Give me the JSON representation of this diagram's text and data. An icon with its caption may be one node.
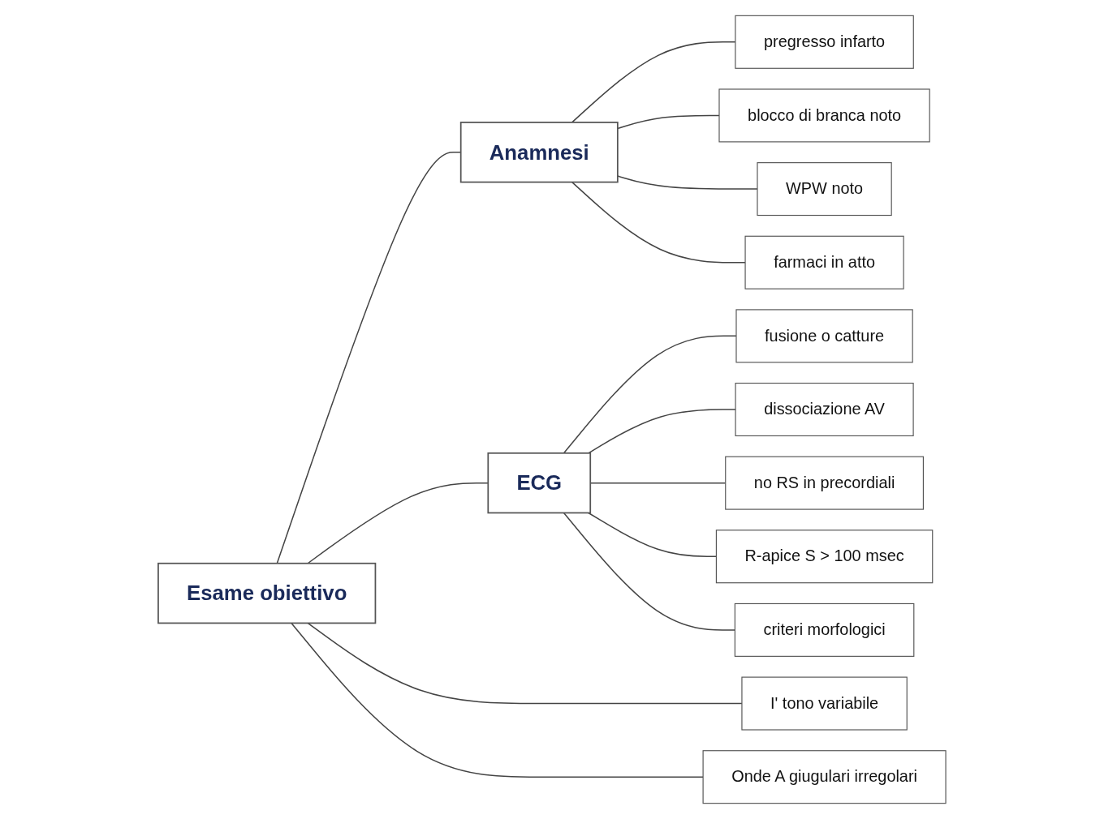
{
  "diagram": {
    "nodes": [
      {
        "text": [
          "Anamnesi"
        ]
      },
      {
        "text": [
          "Esame obiettivo"
        ]
      },
      {
        "text": [
          "ECG"
        ]
      },
      {
        "text": [
          "pregresso infarto"
        ]
      },
      {
        "text": [
          "blocco di branca noto"
        ]
      },
      {
        "text": [
          "WPW noto"
        ]
      },
      {
        "text": [
          "farmaci in atto"
        ]
      },
      {
        "text": [
          "I' tono variabile"
        ]
      },
      {
        "text": [
          "Onde A giugulari irregolari"
        ]
      },
      {
        "text": [
          "fusione o catture"
        ]
      },
      {
        "text": [
          "dissociazione AV"
        ]
      },
      {
        "text": [
          "no RS in precordiali"
        ]
      },
      {
        "text": [
          "R-apice S > 100 msec"
        ]
      },
      {
        "text": [
          "criteri morfologici"
        ]
      }
    ],
    "edges": [
      {
        "from": 1,
        "to": 0,
        "arrow": "none"
      },
      {
        "from": 1,
        "to": 2,
        "arrow": "none"
      },
      {
        "from": 0,
        "to": 3,
        "arrow": "none"
      },
      {
        "from": 0,
        "to": 4,
        "arrow": "none"
      },
      {
        "from": 0,
        "to": 5,
        "arrow": "none"
      },
      {
        "from": 0,
        "to": 6,
        "arrow": "none"
      },
      {
        "from": 1,
        "to": 7,
        "arrow": "none"
      },
      {
        "from": 1,
        "to": 8,
        "arrow": "none"
      },
      {
        "from": 2,
        "to": 9,
        "arrow": "none"
      },
      {
        "from": 2,
        "to": 10,
        "arrow": "none"
      },
      {
        "from": 2,
        "to": 11,
        "arrow": "none"
      },
      {
        "from": 2,
        "to": 12,
        "arrow": "none"
      },
      {
        "from": 2,
        "to": 13,
        "arrow": "none"
      }
    ]
  }
}
